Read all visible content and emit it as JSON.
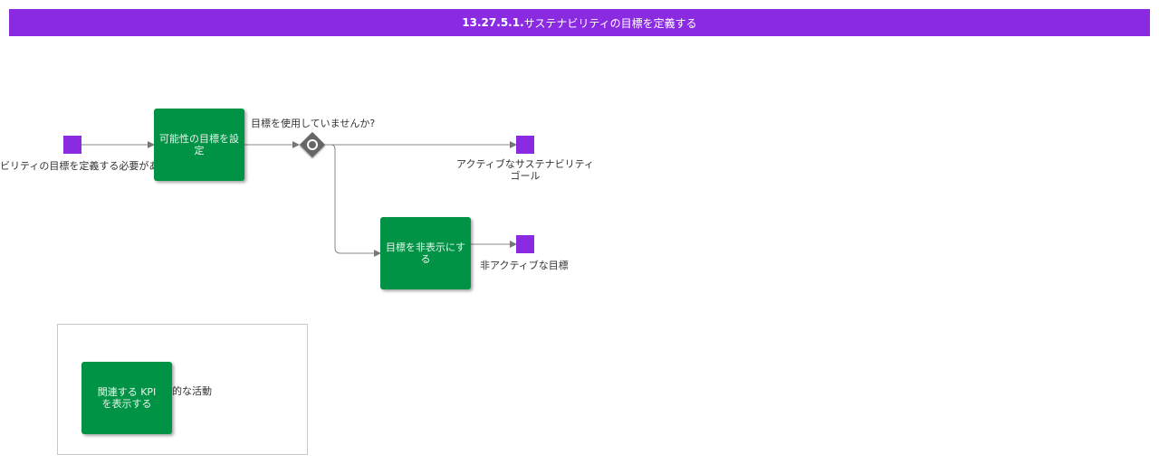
{
  "header": {
    "number": "13.27.5.1.",
    "title": "サステナビリティの目標を定義する",
    "background": "#8a2be2"
  },
  "events": {
    "start_label": "ビリティの目標を定義する必要があ",
    "active_end_label_line1": "アクティブなサステナビリティ",
    "active_end_label_line2": "ゴール",
    "inactive_end_label": "非アクティブな目標",
    "color": "#8a2be2"
  },
  "tasks": {
    "set_goal": "可能性の目標を設定",
    "hide_goal": "目標を非表示にする",
    "show_kpi_line1": "関連する KPI",
    "show_kpi_line2": "を表示する",
    "color": "#009345"
  },
  "gateway": {
    "question": "目標を使用していませんか?",
    "icon": "loop-icon"
  },
  "legend": {
    "activity_label": "的な活動"
  }
}
